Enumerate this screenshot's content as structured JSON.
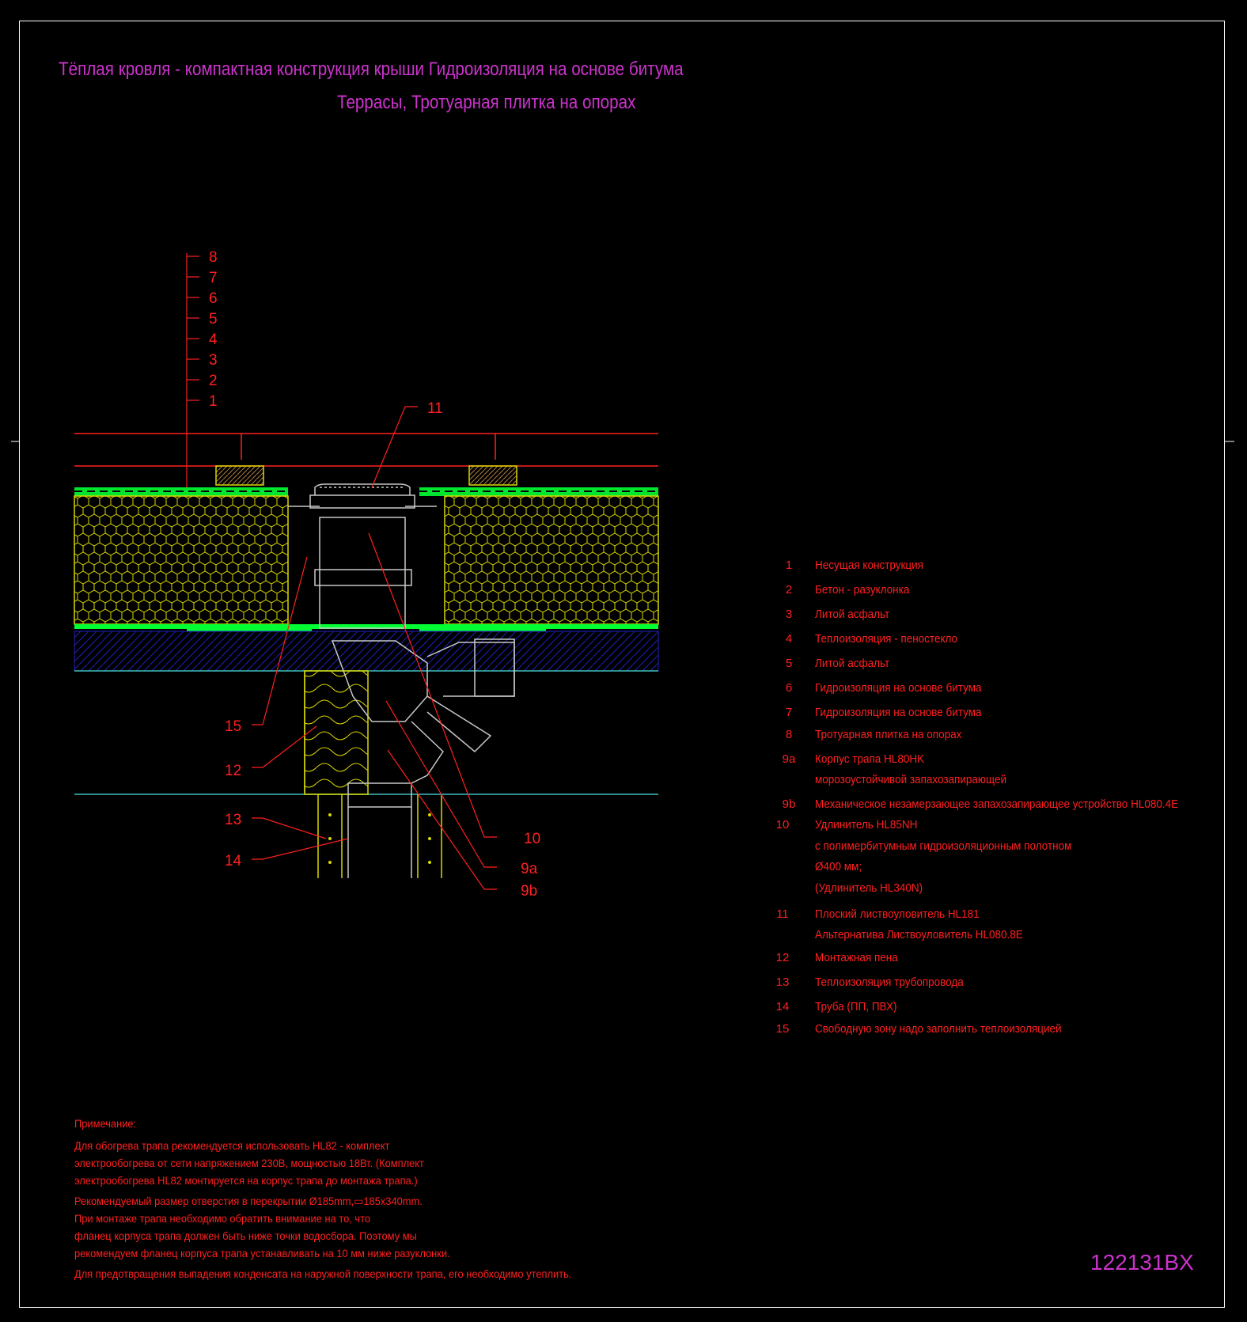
{
  "title": {
    "line1": "Тёплая кровля - компактная конструкция крыши Гидроизоляция на основе битума",
    "line2": "Террасы, Тротуарная плитка на опорах"
  },
  "callouts": {
    "layers": [
      "8",
      "7",
      "6",
      "5",
      "4",
      "3",
      "2",
      "1"
    ],
    "n11": "11",
    "n15": "15",
    "n12": "12",
    "n13": "13",
    "n14": "14",
    "n10": "10",
    "n9a": "9a",
    "n9b": "9b"
  },
  "legend": [
    {
      "num": "1",
      "text": "Несущая конструкция"
    },
    {
      "num": "2",
      "text": "Бетон - разуклонка"
    },
    {
      "num": "3",
      "text": "Литой асфальт"
    },
    {
      "num": "4",
      "text": "Теплоизоляция - пеностекло"
    },
    {
      "num": "5",
      "text": "Литой асфальт"
    },
    {
      "num": "6",
      "text": "Гидроизоляция на основе битума"
    },
    {
      "num": "7",
      "text": "Гидроизоляция на основе битума"
    },
    {
      "num": "8",
      "text": "Тротуарная плитка на опорах"
    },
    {
      "num": "9a",
      "text": "Корпус трапа HL80HK"
    },
    {
      "num": "",
      "text": "морозоустойчивой запахозапирающей"
    },
    {
      "num": "9b",
      "text": "Механическое незамерзающее запахозапирающее устройство HL080.4E"
    },
    {
      "num": "10",
      "text": "Удлинитель HL85NH"
    },
    {
      "num": "",
      "text": " с полимербитумным гидроизоляционным полотном"
    },
    {
      "num": "",
      "text": "Ø400 мм;"
    },
    {
      "num": "",
      "text": "(Удлинитель HL340N)"
    },
    {
      "num": "11",
      "text": "Плоский листвоуловитель HL181"
    },
    {
      "num": "",
      "text": "Альтернатива Листвоуловитель HL080.8E"
    },
    {
      "num": "12",
      "text": "Монтажная пена"
    },
    {
      "num": "13",
      "text": "Теплоизоляция трубопровода"
    },
    {
      "num": "14",
      "text": "Труба (ПП, ПВХ)"
    },
    {
      "num": "15",
      "text": " Свободную зону надо заполнить теплоизоляцией"
    }
  ],
  "notes": {
    "heading": "Примечание:",
    "lines": [
      "Для обогрева трапа рекомендуется использовать HL82 - комплект",
      "электрообогрева от сети напряжением 230В, мощностью 18Вт. (Комплект",
      "электрообогрева HL82 монтируется на корпус трапа до монтажа трапа.)",
      "Рекомендуемый размер отверстия в перекрытии Ø185mm,▭185x340mm.",
      "При монтаже трапа необходимо обратить внимание на то, что",
      "фланец корпуса трапа должен быть ниже точки водосбора. Поэтому мы",
      "рекомендуем фланец корпуса трапа устанавливать на 10 мм ниже разуклонки.",
      "Для предотвращения выпадения конденсата на наружной поверхности трапа, его необходимо утеплить."
    ]
  },
  "drawing_code": "122131BX",
  "colors": {
    "background": "#000000",
    "title": "#cc33cc",
    "text": "#ff2020",
    "waterproofing": "#00ff33",
    "insulation": "#d8d800",
    "concrete": "#2020c0",
    "outline": "#c8c8c8",
    "cyan": "#40c0c0"
  }
}
